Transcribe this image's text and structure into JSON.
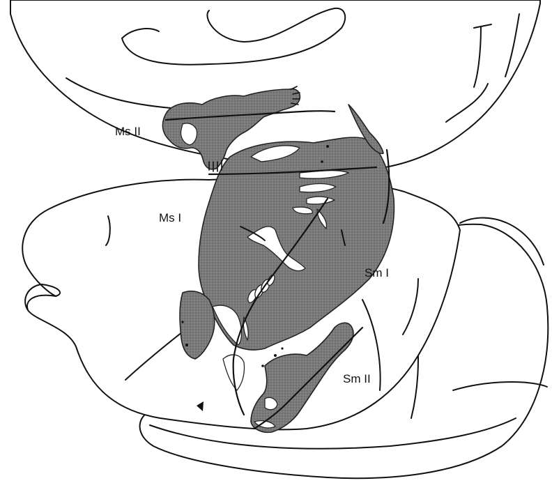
{
  "labels": {
    "ms2": "Ms II",
    "ms1": "Ms I",
    "sm1": "Sm I",
    "sm2": "Sm II"
  },
  "colors": {
    "ink": "#111111",
    "map_shade": "#7a7a7a",
    "map_shade_dark": "#6b6b6b",
    "paper": "#ffffff"
  }
}
